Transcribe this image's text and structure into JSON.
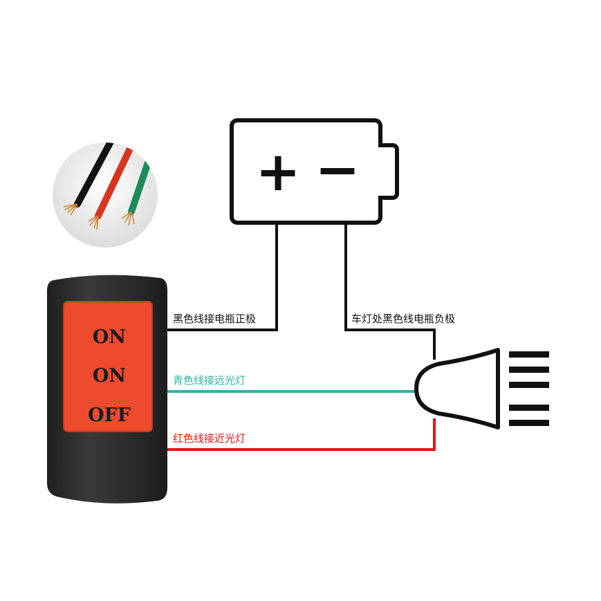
{
  "battery": {
    "plus": "+",
    "minus": "−"
  },
  "switch": {
    "labels": [
      "ON",
      "ON",
      "OFF"
    ],
    "body_color": "#2b2b2b",
    "rocker_color": "#ee4a2e"
  },
  "wires": {
    "black_label": "黑色线接电瓶正极",
    "black_neg_label": "车灯处黑色线电瓶负极",
    "cyan_label": "青色线接远光灯",
    "red_label": "红色线接近光灯",
    "black_color": "#111111",
    "cyan_color": "#2fb5a2",
    "red_color": "#e3161c"
  },
  "icons": {
    "cable": "wire-bundle-icon",
    "lamp": "headlight-icon"
  }
}
